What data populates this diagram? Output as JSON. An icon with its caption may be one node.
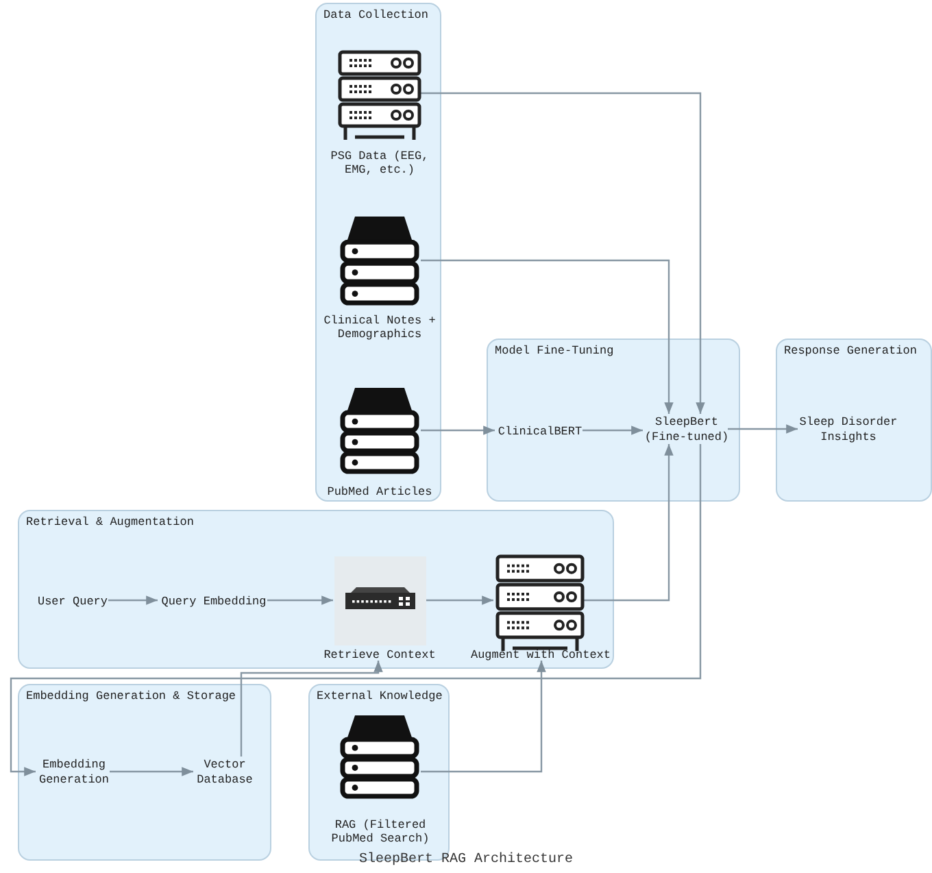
{
  "diagram": {
    "caption": "SleepBert RAG Architecture",
    "nodes": [
      {
        "text": [
          "Data Collection"
        ]
      },
      {
        "text": [
          "PSG Data (EEG, EMG, etc.)"
        ],
        "in": 0
      },
      {
        "text": [
          "Clinical Notes + Demographics"
        ],
        "in": 0
      },
      {
        "text": [
          "PubMed Articles"
        ],
        "in": 0
      },
      {
        "text": [
          "Model Fine-Tuning"
        ]
      },
      {
        "text": [
          "ClinicalBERT"
        ],
        "in": 4
      },
      {
        "text": [
          "SleepBert (Fine-tuned)"
        ],
        "in": 4
      },
      {
        "text": [
          "Response Generation"
        ]
      },
      {
        "text": [
          "Sleep Disorder Insights"
        ],
        "in": 7
      },
      {
        "text": [
          "Retrieval & Augmentation"
        ]
      },
      {
        "text": [
          "User Query"
        ],
        "in": 9
      },
      {
        "text": [
          "Query Embedding"
        ],
        "in": 9
      },
      {
        "text": [
          "Retrieve Context"
        ],
        "in": 9
      },
      {
        "text": [
          "Augment with Context"
        ],
        "in": 9
      },
      {
        "text": [
          "Embedding Generation & Storage"
        ]
      },
      {
        "text": [
          "Embedding Generation"
        ],
        "in": 14
      },
      {
        "text": [
          "Vector Database"
        ],
        "in": 14
      },
      {
        "text": [
          "External Knowledge"
        ]
      },
      {
        "text": [
          "RAG (Filtered PubMed Search)"
        ],
        "in": 17
      }
    ],
    "edges": [
      {
        "from": 1,
        "to": 6,
        "arrow": "to"
      },
      {
        "from": 2,
        "to": 6,
        "arrow": "to"
      },
      {
        "from": 3,
        "to": 5,
        "arrow": "to"
      },
      {
        "from": 5,
        "to": 6,
        "arrow": "to"
      },
      {
        "from": 6,
        "to": 8,
        "arrow": "to"
      },
      {
        "from": 10,
        "to": 11,
        "arrow": "to"
      },
      {
        "from": 11,
        "to": 12,
        "arrow": "to"
      },
      {
        "from": 12,
        "to": 13,
        "arrow": "to"
      },
      {
        "from": 13,
        "to": 6,
        "arrow": "to"
      },
      {
        "from": 6,
        "to": 15,
        "arrow": "to"
      },
      {
        "from": 15,
        "to": 16,
        "arrow": "to"
      },
      {
        "from": 16,
        "to": 12,
        "arrow": "to"
      },
      {
        "from": 18,
        "to": 13,
        "arrow": "to"
      }
    ]
  }
}
